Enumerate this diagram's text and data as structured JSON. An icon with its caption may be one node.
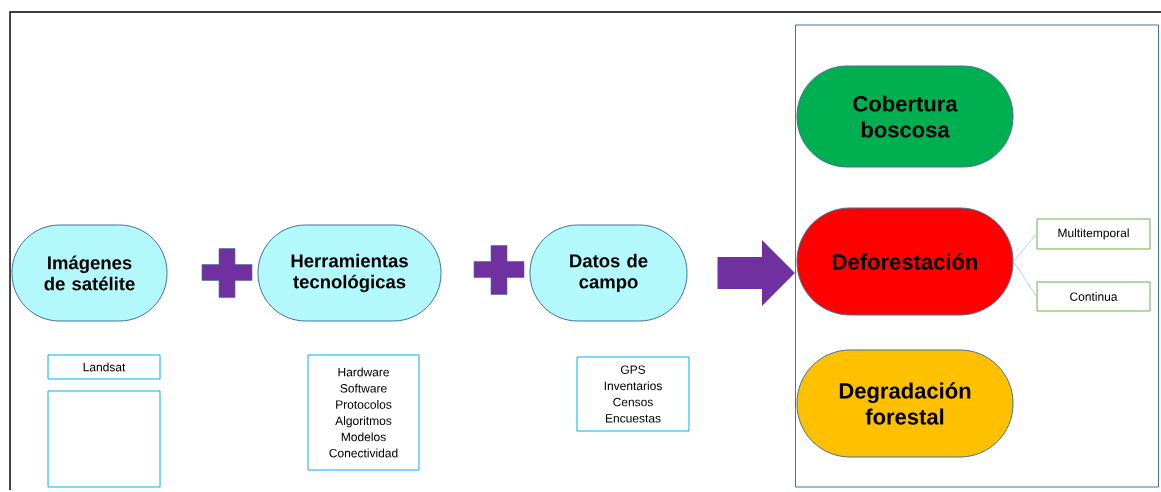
{
  "diagram": {
    "nodes": [
      {
        "text": [
          "Imágenes de satélite"
        ]
      },
      {
        "text": [
          "Herramientas tecnológicas"
        ]
      },
      {
        "text": [
          "Datos de campo"
        ]
      },
      {
        "text": [],
        "shape": "box"
      },
      {
        "text": [
          "Cobertura boscosa"
        ],
        "in": 3
      },
      {
        "text": [
          "Deforestación"
        ],
        "in": 3
      },
      {
        "text": [
          "Degradación forestal"
        ],
        "in": 3
      },
      {
        "text": [
          "Multitemporal"
        ],
        "in": 3
      },
      {
        "text": [
          "Continua"
        ],
        "in": 3
      },
      {
        "text": [
          "Landsat"
        ]
      },
      {
        "text": [],
        "shape": "box"
      },
      {
        "text": [
          "Hardware Software Protocolos Algoritmos Modelos Conectividad"
        ]
      },
      {
        "text": [
          "GPS Inventarios Censos Encuestas"
        ]
      }
    ],
    "edges": [
      {
        "from": 2,
        "to": 3,
        "arrow": "to",
        "style": "thick",
        "color": "#7030a0"
      },
      {
        "from": 5,
        "to": 7,
        "arrow": "none"
      },
      {
        "from": 5,
        "to": 8,
        "arrow": "none"
      }
    ]
  }
}
